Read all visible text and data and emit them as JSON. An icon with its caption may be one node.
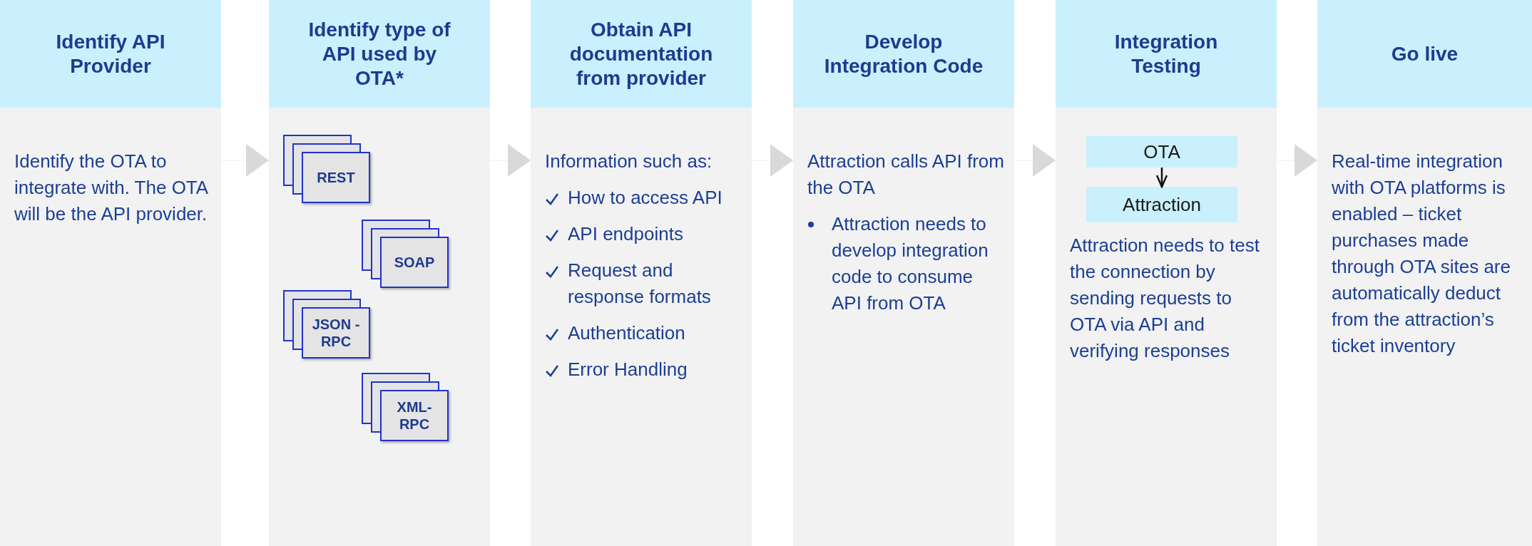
{
  "diagram": {
    "nodes": [
      {
        "text": [
          "Identify API Provider",
          "Identify the OTA to integrate with. The OTA will be the API provider."
        ]
      },
      {
        "text": [
          "Identify type of API used by OTA*"
        ]
      },
      {
        "text": [
          "REST"
        ],
        "in": 1
      },
      {
        "text": [
          "SOAP"
        ],
        "in": 1
      },
      {
        "text": [
          "JSON -RPC"
        ],
        "in": 1
      },
      {
        "text": [
          "XML- RPC"
        ],
        "in": 1
      },
      {
        "text": [
          "Obtain API documentation from provider",
          "Information such as:",
          "How to access API",
          "API endpoints",
          "Request and response formats",
          "Authentication",
          "Error Handling"
        ]
      },
      {
        "text": [
          "Develop Integration Code",
          "Attraction calls API from the OTA",
          "Attraction needs to develop integration code to consume API from OTA"
        ]
      },
      {
        "text": [
          "Integration Testing",
          "Attraction needs to test the connection by sending requests to OTA via API and verifying responses"
        ]
      },
      {
        "text": [
          "OTA"
        ],
        "in": 8
      },
      {
        "text": [
          "Attraction"
        ],
        "in": 8
      },
      {
        "text": [
          "Go live",
          "Real-time integration with OTA platforms is enabled – ticket purchases made through OTA sites are automatically deduct from the attraction’s ticket inventory"
        ]
      }
    ],
    "edges": [
      {
        "from": 0,
        "to": 1,
        "arrow": "to"
      },
      {
        "from": 1,
        "to": 6,
        "arrow": "to"
      },
      {
        "from": 6,
        "to": 7,
        "arrow": "to"
      },
      {
        "from": 7,
        "to": 8,
        "arrow": "to"
      },
      {
        "from": 8,
        "to": 11,
        "arrow": "to"
      },
      {
        "from": 9,
        "to": 10,
        "arrow": "to",
        "color": "#111111"
      }
    ]
  }
}
